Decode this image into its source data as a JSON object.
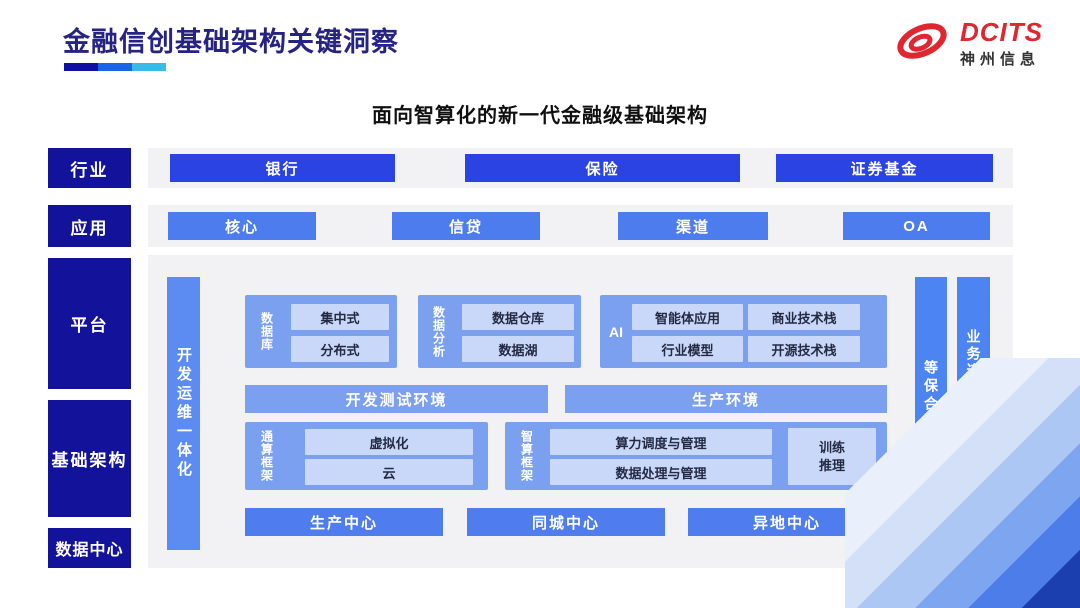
{
  "header": {
    "title": "金融信创基础架构关键洞察",
    "subtitle": "面向智算化的新一代金融级基础架构",
    "logo": {
      "brand": "DCITS",
      "company": "神州信息"
    }
  },
  "left_labels": {
    "industry": "行业",
    "application": "应用",
    "platform": "平台",
    "infrastructure": "基础架构",
    "datacenter": "数据中心"
  },
  "industry_row": {
    "items": [
      "银行",
      "保险",
      "证券基金"
    ]
  },
  "application_row": {
    "items": [
      "核心",
      "信贷",
      "渠道",
      "OA"
    ]
  },
  "platform_panel": {
    "devops_bar": "开发运维一体化",
    "database_group": {
      "label": "数据库",
      "items": [
        "集中式",
        "分布式"
      ]
    },
    "analytics_group": {
      "label": "数据分析",
      "items": [
        "数据仓库",
        "数据湖"
      ]
    },
    "ai_group": {
      "label": "AI",
      "items": [
        "智能体应用",
        "商业技术栈",
        "行业模型",
        "开源技术栈"
      ]
    },
    "env_bars": [
      "开发测试环境",
      "生产环境"
    ],
    "general_compute_group": {
      "label": "通算框架",
      "items": [
        "虚拟化",
        "云"
      ]
    },
    "ai_compute_group": {
      "label": "智算框架",
      "items": [
        "算力调度与管理",
        "数据处理与管理"
      ],
      "side_box": "训练\n推理"
    },
    "centers": [
      "生产中心",
      "同城中心",
      "异地中心"
    ],
    "security_bar": "等保合规安全",
    "continuity_bar": "业务连续性及数据保护"
  },
  "colors": {
    "title_navy": "#262383",
    "label_navy": "#12129B",
    "row1_blue": "#2C43E3",
    "row2_blue": "#4D7CEF",
    "group_blue": "#7CA0F0",
    "inner_box_blue": "#C9D8F8",
    "side_bar_blue": "#5C8CF2",
    "right_bar_blue": "#4C84F2",
    "brand_red": "#E02730",
    "panel_gray": "#F2F2F4",
    "underline_segments": [
      "#1111A0",
      "#1566E0",
      "#38BBEA"
    ]
  }
}
